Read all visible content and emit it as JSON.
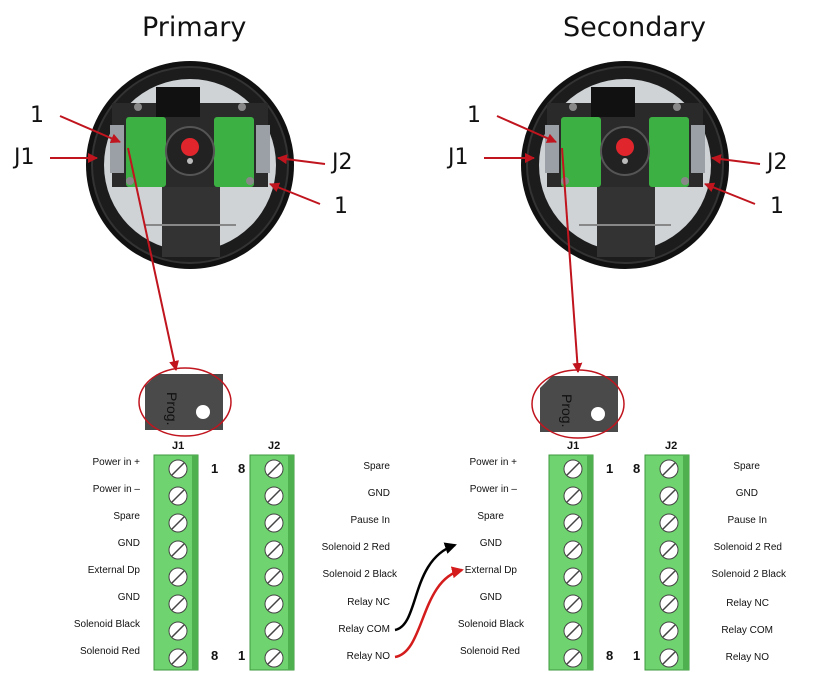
{
  "primary": {
    "title": "Primary",
    "annotations": {
      "one_left": "1",
      "j1": "J1",
      "j2": "J2",
      "one_right": "1"
    },
    "prog_label": "Prog.",
    "j1": {
      "header": "J1",
      "first_pin": "1",
      "last_pin": "8",
      "labels": [
        "Power in +",
        "Power in –",
        "Spare",
        "GND",
        "External Dp",
        "GND",
        "Solenoid Black",
        "Solenoid Red"
      ]
    },
    "j2": {
      "header": "J2",
      "first_pin": "8",
      "last_pin": "1",
      "labels": [
        "Spare",
        "GND",
        "Pause In",
        "Solenoid 2 Red",
        "Solenoid 2 Black",
        "Relay NC",
        "Relay COM",
        "Relay NO"
      ]
    }
  },
  "secondary": {
    "title": "Secondary",
    "annotations": {
      "one_left": "1",
      "j1": "J1",
      "j2": "J2",
      "one_right": "1"
    },
    "prog_label": "Prog.",
    "j1": {
      "header": "J1",
      "first_pin": "1",
      "last_pin": "8",
      "labels": [
        "Power in +",
        "Power in –",
        "Spare",
        "GND",
        "External Dp",
        "GND",
        "Solenoid Black",
        "Solenoid Red"
      ]
    },
    "j2": {
      "header": "J2",
      "first_pin": "8",
      "last_pin": "1",
      "labels": [
        "Spare",
        "GND",
        "Pause In",
        "Solenoid 2 Red",
        "Solenoid 2 Black",
        "Relay NC",
        "Relay COM",
        "Relay NO"
      ]
    }
  },
  "colors": {
    "terminal_green": "#6fd36f",
    "pointer_red": "#c0151e",
    "wire_black": "#000000",
    "wire_red": "#d41c1c"
  },
  "wires": [
    {
      "from": "primary.j2.Relay COM",
      "to": "secondary.j1.GND",
      "color": "black"
    },
    {
      "from": "primary.j2.Relay NO",
      "to": "secondary.j1.External Dp",
      "color": "red"
    }
  ]
}
